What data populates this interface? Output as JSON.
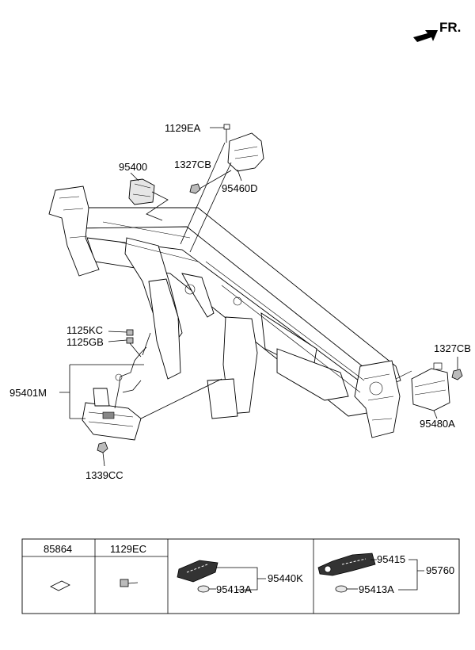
{
  "orientation": {
    "label": "FR."
  },
  "callouts": {
    "p1129EA": "1129EA",
    "p95400": "95400",
    "p1327CB_top": "1327CB",
    "p95460D": "95460D",
    "p1125KC": "1125KC",
    "p1125GB": "1125GB",
    "p1327CB_right": "1327CB",
    "p95401M": "95401M",
    "p95480A": "95480A",
    "p1339CC": "1339CC"
  },
  "legend_table": {
    "col1_header": "85864",
    "col2_header": "1129EC",
    "key_fob_a": {
      "part": "95440K",
      "battery": "95413A"
    },
    "key_fob_b": {
      "fob": "95415",
      "battery": "95413A",
      "assembly": "95760"
    }
  }
}
